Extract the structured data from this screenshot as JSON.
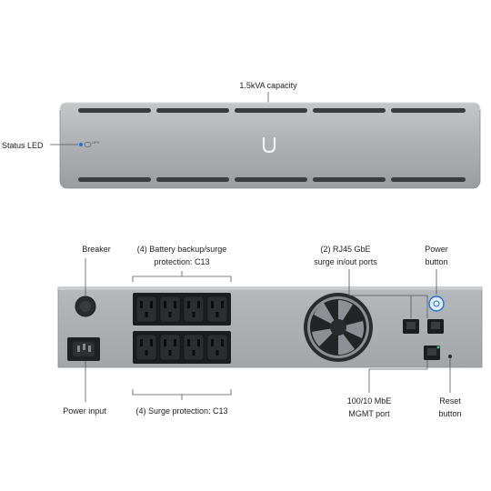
{
  "front": {
    "capacity_label": "1.5kVA capacity",
    "status_led_label": "Status LED",
    "ups_text": "UPS"
  },
  "rear": {
    "breaker_label": "Breaker",
    "battery_backup_label_line1": "(4) Battery backup/surge",
    "battery_backup_label_line2": "protection: C13",
    "rj45_label_line1": "(2) RJ45 GbE",
    "rj45_label_line2": "surge in/out ports",
    "power_button_line1": "Power",
    "power_button_line2": "button",
    "power_input_label": "Power input",
    "surge_protection_label": "(4) Surge protection: C13",
    "mgmt_port_line1": "100/10 MbE",
    "mgmt_port_line2": "MGMT port",
    "reset_button_line1": "Reset",
    "reset_button_line2": "button"
  },
  "colors": {
    "chassis": "#a9acaf",
    "chassis_dark": "#8d9094",
    "accent_blue": "#1a73e8",
    "leader_line": "#555555"
  }
}
